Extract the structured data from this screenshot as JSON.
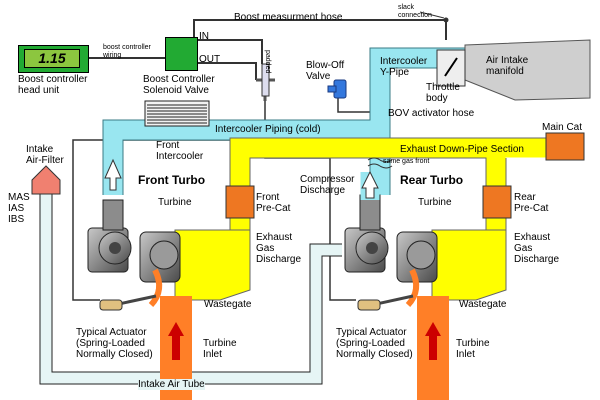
{
  "labels": {
    "boost_measurement_hose": "Boost measurment hose",
    "slack_connection": "slack\nconnection",
    "boost_controller_wiring": "boost controller\nwiring",
    "boost_controller_head_unit": "Boost controller\nhead unit",
    "lcd_value": "1.15",
    "solenoid_in": "IN",
    "solenoid_out": "OUT",
    "boost_controller_solenoid_valve": "Boost Controller\nSolenoid Valve",
    "padded": "padded",
    "blow_off_valve": "Blow-Off\nValve",
    "intercooler_y_pipe": "Intercooler\nY-Pipe",
    "air_intake_manifold": "Air Intake\nmanifold",
    "throttle_body": "Throttle\nbody",
    "bov_activator_hose": "BOV activator hose",
    "main_cat": "Main Cat",
    "intercooler_piping_cold": "Intercooler Piping (cold)",
    "front_intercooler": "Front\nIntercooler",
    "exhaust_down_pipe_section": "Exhaust Down-Pipe Section",
    "same_gas_front": "same gas front",
    "intake_air_filter": "Intake\nAir-Filter",
    "front_turbo": "Front Turbo",
    "rear_turbo": "Rear Turbo",
    "compressor_discharge": "Compressor\nDischarge",
    "mas_ias_ibs": "MAS\nIAS\nIBS",
    "front_turbine": "Turbine",
    "rear_turbine": "Turbine",
    "front_pre_cat": "Front\nPre-Cat",
    "rear_pre_cat": "Rear\nPre-Cat",
    "front_exhaust_gas_discharge": "Exhaust\nGas\nDischarge",
    "rear_exhaust_gas_discharge": "Exhaust\nGas\nDischarge",
    "front_wastegate": "Wastegate",
    "rear_wastegate": "Wastegate",
    "front_actuator": "Typical Actuator\n(Spring-Loaded\nNormally Closed)",
    "rear_actuator": "Typical Actuator\n(Spring-Loaded\nNormally Closed)",
    "front_turbine_inlet": "Turbine\nInlet",
    "rear_turbine_inlet": "Turbine\nInlet",
    "intake_air_tube": "Intake Air Tube"
  },
  "colors": {
    "cold_pipe": "#99e6f0",
    "exhaust": "#ffff00",
    "hot_inlet": "#ff7f27",
    "catalytic": "#ee7722",
    "solenoid": "#22aa33",
    "head_unit": "#22aa33",
    "lcd": "#8cc63f",
    "turbo_metal": "#8c8c8c",
    "bov": "#3377dd"
  }
}
